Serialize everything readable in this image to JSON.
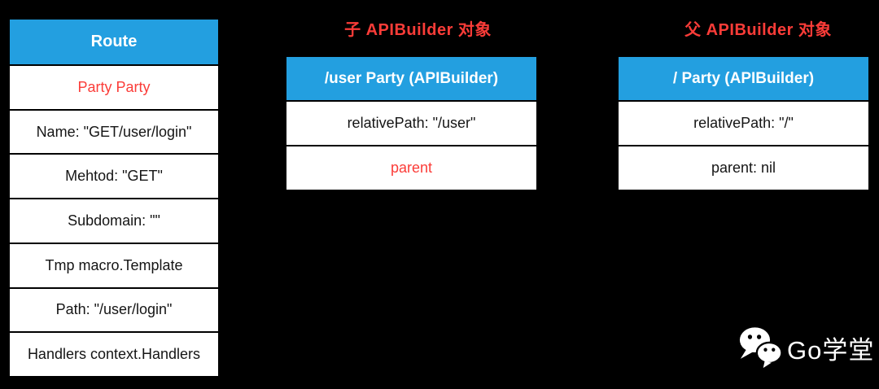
{
  "colors": {
    "background": "#000000",
    "header_blue": "#239FE0",
    "accent_red": "#FB3C38",
    "cell_background": "#FFFFFF",
    "cell_text": "#151515",
    "watermark_white": "#FFFFFF"
  },
  "route_table": {
    "header": "Route",
    "rows": [
      {
        "text": "Party Party",
        "color": "red"
      },
      {
        "text": "Name: \"GET/user/login\"",
        "color": "black"
      },
      {
        "text": "Mehtod: \"GET\"",
        "color": "black"
      },
      {
        "text": "Subdomain: \"\"",
        "color": "black"
      },
      {
        "text": "Tmp macro.Template",
        "color": "black"
      },
      {
        "text": "Path: \"/user/login\"",
        "color": "black"
      },
      {
        "text": "Handlers context.Handlers",
        "color": "black"
      }
    ]
  },
  "child_builder": {
    "title": "子 APIBuilder 对象",
    "header": "/user Party (APIBuilder)",
    "rows": [
      {
        "text": "relativePath: \"/user\"",
        "color": "black"
      },
      {
        "text": "parent",
        "color": "red"
      }
    ]
  },
  "parent_builder": {
    "title": "父 APIBuilder 对象",
    "header": "/ Party (APIBuilder)",
    "rows": [
      {
        "text": "relativePath: \"/\"",
        "color": "black"
      },
      {
        "text": "parent: nil",
        "color": "black"
      }
    ]
  },
  "watermark": {
    "icon": "wechat-icon",
    "label": "Go学堂"
  }
}
